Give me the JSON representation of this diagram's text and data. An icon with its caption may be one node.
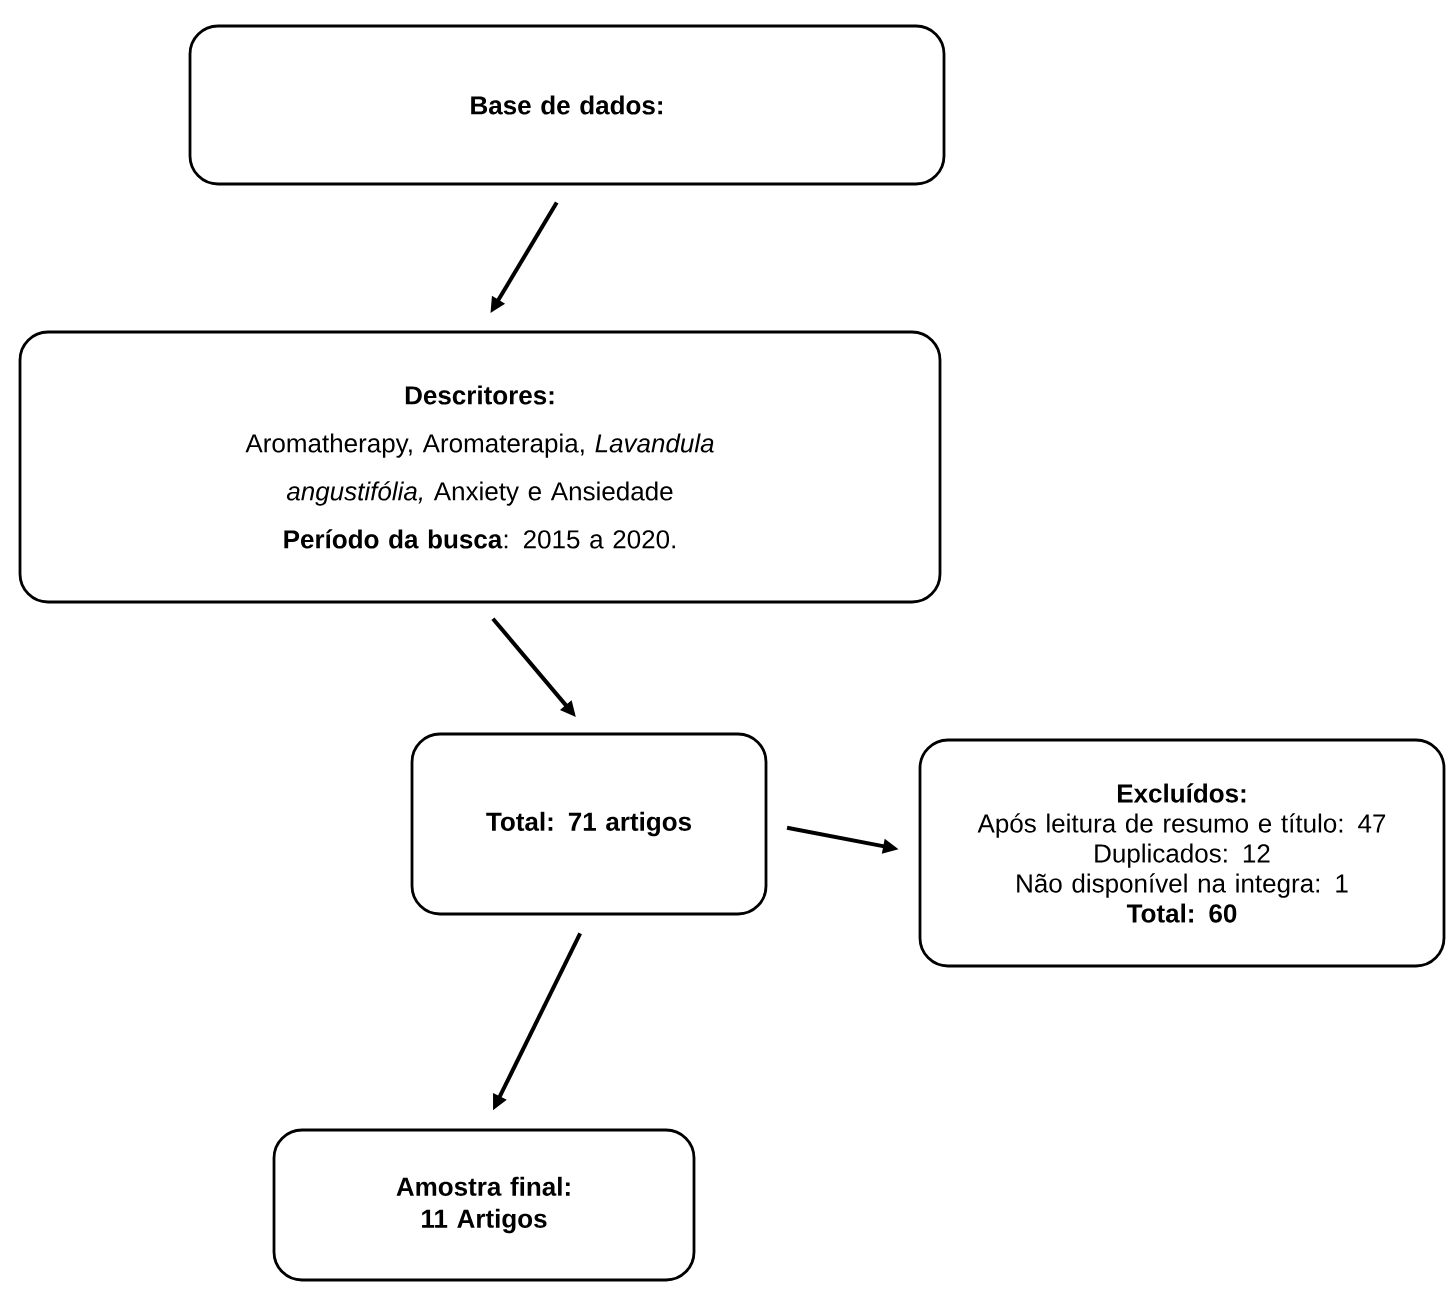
{
  "diagram": {
    "nodes": [
      {
        "text": [
          "Base de dados:"
        ]
      },
      {
        "text": [
          "Descritores:",
          "Aromatherapy, Aromaterapia, *Lavandula angustifólia,* Anxiety e Ansiedade",
          "**Período da busca**: 2015 a 2020."
        ]
      },
      {
        "text": [
          "Total: 71 artigos"
        ]
      },
      {
        "text": [
          "Excluídos:",
          "Após leitura de resumo e título: 47",
          "Duplicados: 12",
          "Não disponível na integra: 1",
          "Total: 60"
        ]
      },
      {
        "text": [
          "Amostra final: 11 Artigos"
        ]
      }
    ],
    "edges": [
      {
        "from": 0,
        "to": 1,
        "arrow": "to"
      },
      {
        "from": 1,
        "to": 2,
        "arrow": "to"
      },
      {
        "from": 2,
        "to": 3,
        "arrow": "to"
      },
      {
        "from": 2,
        "to": 4,
        "arrow": "to"
      }
    ]
  }
}
